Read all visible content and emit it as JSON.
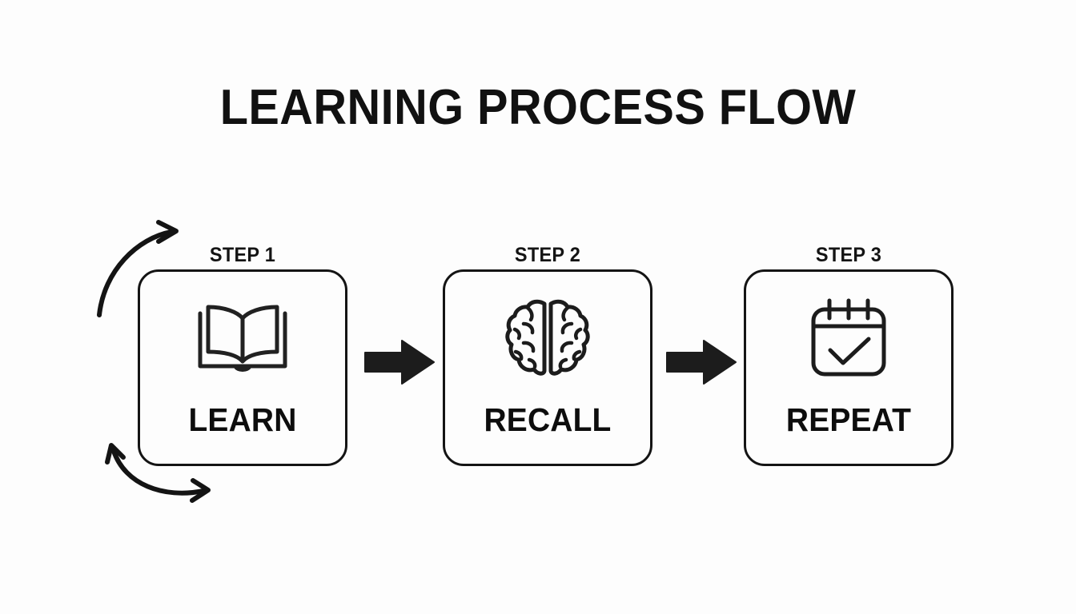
{
  "page": {
    "title": "LEARNING PROCESS FLOW",
    "background_color": "#fdfdfd",
    "ink_color": "#141414"
  },
  "diagram": {
    "type": "process-flow",
    "orientation": "horizontal",
    "loop": true,
    "steps": [
      {
        "step_label": "STEP 1",
        "title": "LEARN",
        "icon": "open-book-icon"
      },
      {
        "step_label": "STEP 2",
        "title": "RECALL",
        "icon": "brain-icon"
      },
      {
        "step_label": "STEP 3",
        "title": "REPEAT",
        "icon": "calendar-check-icon"
      }
    ],
    "connectors": [
      {
        "from": "STEP 1",
        "to": "STEP 2",
        "icon": "right-arrow-icon"
      },
      {
        "from": "STEP 2",
        "to": "STEP 3",
        "icon": "right-arrow-icon"
      }
    ],
    "loop_arrows": [
      {
        "position": "top-left",
        "icon": "curved-arrow-up-icon"
      },
      {
        "position": "bottom-left",
        "icon": "curved-arrow-double-icon"
      }
    ]
  }
}
